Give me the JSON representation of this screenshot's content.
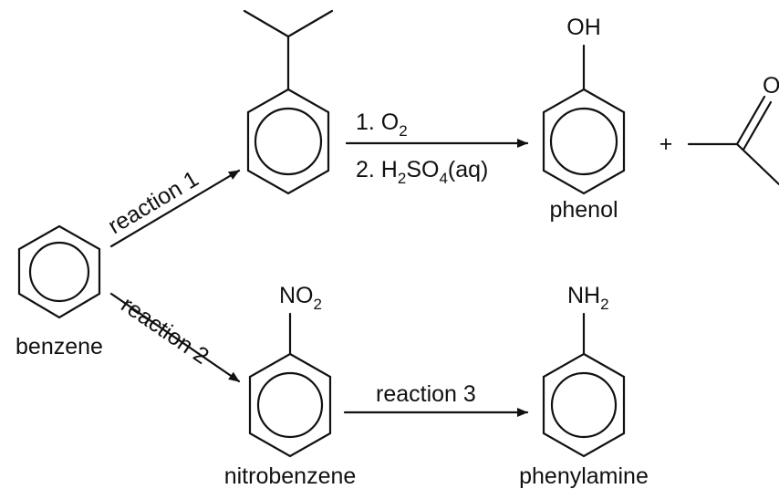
{
  "labels": {
    "benzene": "benzene",
    "nitrobenzene": "nitrobenzene",
    "phenol": "phenol",
    "phenylamine": "phenylamine",
    "reaction_1": "reaction 1",
    "reaction_2": "reaction 2",
    "reaction_3": "reaction 3",
    "plus": "+"
  },
  "conditions": {
    "step_1": {
      "number": "1. ",
      "reagent": "O",
      "sub": "2"
    },
    "step_2": {
      "number": "2. ",
      "part1": "H",
      "sub1": "2",
      "part2": "SO",
      "sub2": "4",
      "part3": "(aq)"
    }
  },
  "groups": {
    "hydroxyl": "OH",
    "nitro": {
      "base": "NO",
      "sub": "2"
    },
    "amino": {
      "base": "NH",
      "sub": "2"
    },
    "carbonyl_oxygen": "O"
  }
}
